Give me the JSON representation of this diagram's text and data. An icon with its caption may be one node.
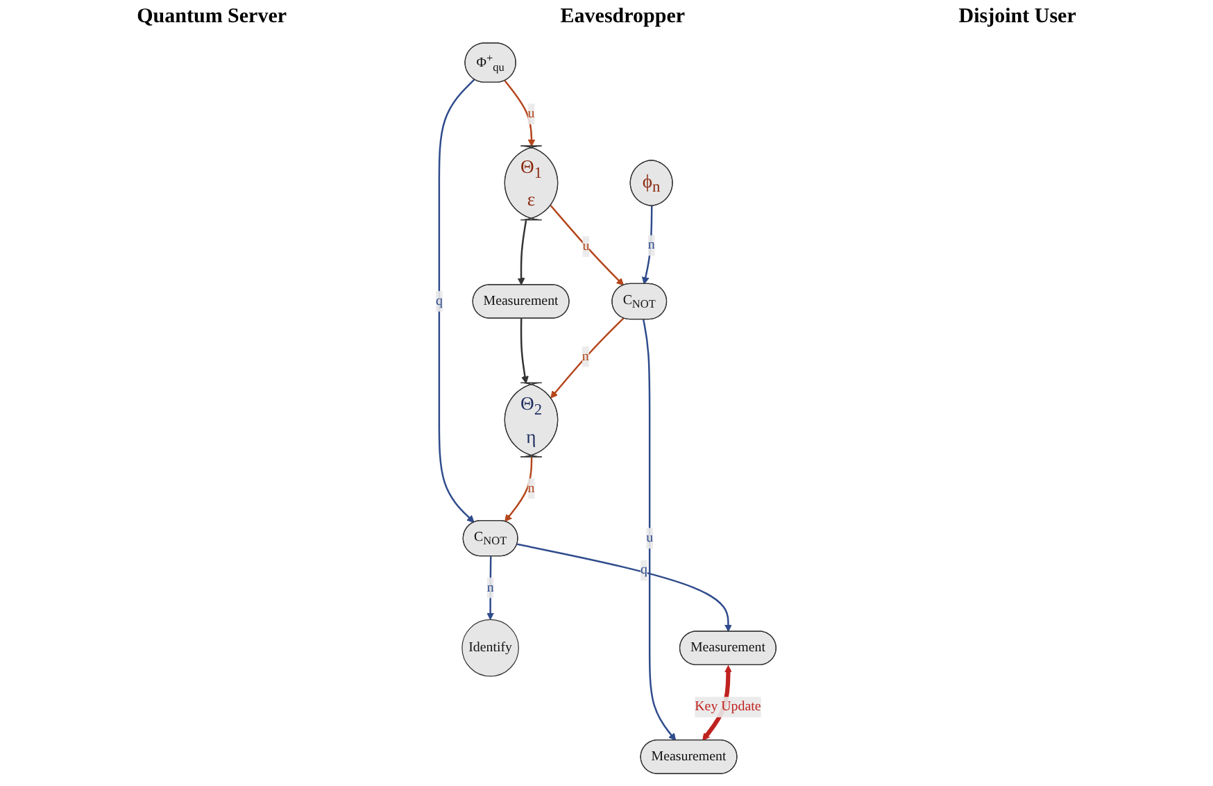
{
  "diagram": {
    "nodes": [
      {
        "text": [
          "Φ$^{+}$$_{qu}$"
        ]
      },
      {
        "text": [
          "Θ$_{1}$",
          "ε"
        ]
      },
      {
        "text": [
          "ϕ$_{n}$"
        ]
      },
      {
        "text": [
          "Measurement"
        ]
      },
      {
        "text": [
          "C$_{NOT}$"
        ]
      },
      {
        "text": [
          "Θ$_{2}$",
          "η"
        ]
      },
      {
        "text": [
          "C$_{NOT}$"
        ]
      },
      {
        "text": [
          "Identify"
        ]
      },
      {
        "text": [
          "Measurement"
        ]
      },
      {
        "text": [
          "Measurement"
        ]
      }
    ],
    "edges": [
      {
        "from": 0,
        "to": 1,
        "arrow": "to",
        "label": "u",
        "color": "#b5461c"
      },
      {
        "from": 0,
        "to": 4,
        "arrow": "to",
        "label": "q"
      },
      {
        "from": 1,
        "to": 3,
        "arrow": "to",
        "color": "#333333"
      },
      {
        "from": 1,
        "to": 6,
        "arrow": "to",
        "label": "u",
        "color": "#b5461c"
      },
      {
        "from": 2,
        "to": 6,
        "arrow": "to",
        "label": "n"
      },
      {
        "from": 3,
        "to": 5,
        "arrow": "to",
        "color": "#333333"
      },
      {
        "from": 6,
        "to": 5,
        "arrow": "to",
        "label": "n",
        "color": "#b5461c"
      },
      {
        "from": 5,
        "to": 4,
        "arrow": "to",
        "label": "n",
        "color": "#b5461c"
      },
      {
        "from": 4,
        "to": 7,
        "arrow": "to",
        "label": "n"
      },
      {
        "from": 4,
        "to": 8,
        "arrow": "to",
        "label": "q"
      },
      {
        "from": 6,
        "to": 9,
        "arrow": "to",
        "label": "u"
      },
      {
        "from": 8,
        "to": 9,
        "arrow": "both",
        "label": "Key Update",
        "style": "thick",
        "color": "#c0221f"
      }
    ],
    "labels": [
      "Quantum Server",
      "Eavesdropper",
      "Disjoint User"
    ]
  }
}
